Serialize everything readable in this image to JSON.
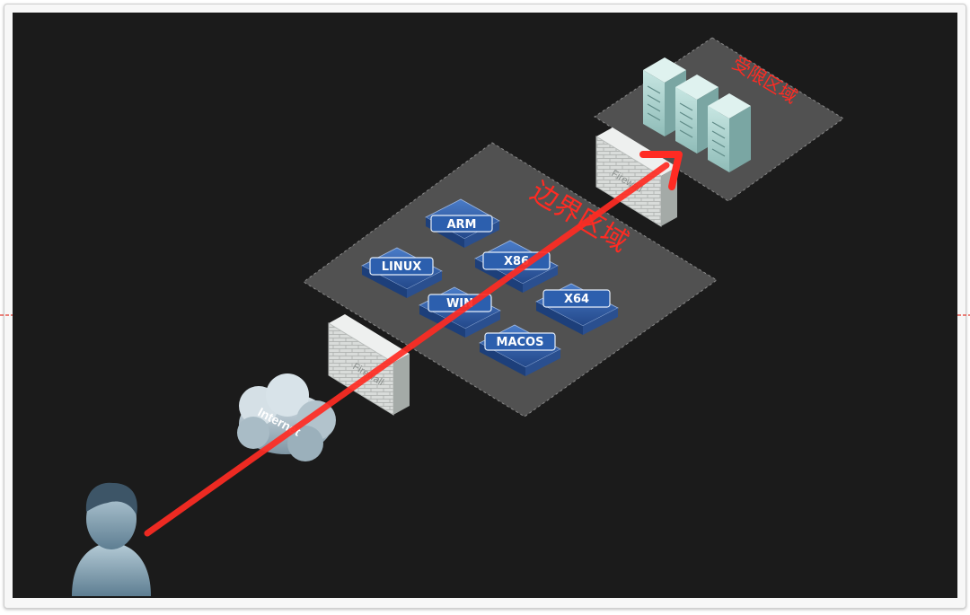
{
  "zones": {
    "perimeter": {
      "label": "边界区域"
    },
    "restricted": {
      "label": "受限区域"
    }
  },
  "devices": [
    {
      "id": "arm",
      "label": "ARM"
    },
    {
      "id": "x86",
      "label": "X86"
    },
    {
      "id": "linux",
      "label": "LINUX"
    },
    {
      "id": "win",
      "label": "WIN"
    },
    {
      "id": "x64",
      "label": "X64"
    },
    {
      "id": "macos",
      "label": "MACOS"
    }
  ],
  "firewall": {
    "label": "Firewall"
  },
  "cloud": {
    "label": "Internet"
  },
  "colors": {
    "background": "#1b1b1b",
    "zone_fill": "#5b5b5b",
    "arrow": "#ff2b23",
    "zone_text": "#ff2b23",
    "device_fill": "#2f5ea8",
    "server_fill": "#b6d9d6"
  }
}
